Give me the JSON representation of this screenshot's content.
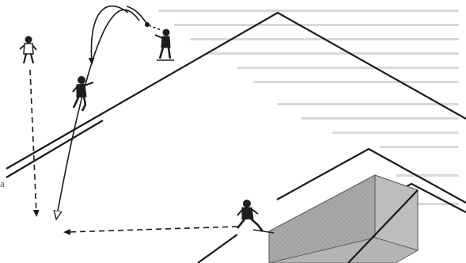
{
  "figure": {
    "edge_text": "a",
    "colors": {
      "line": "#1a1a1a",
      "arrow": "#2a2a2a",
      "goal_fill": "#a8a8a8",
      "goal_mesh": "#c8c8c8",
      "player": "#1e1e1e",
      "bleed_text": "#d9d9d9"
    },
    "elements": [
      "pitch-outline",
      "penalty-area",
      "goal",
      "player-top-left",
      "player-left-middle",
      "player-top-center",
      "player-near-goal",
      "ball",
      "pass-arrows"
    ]
  }
}
